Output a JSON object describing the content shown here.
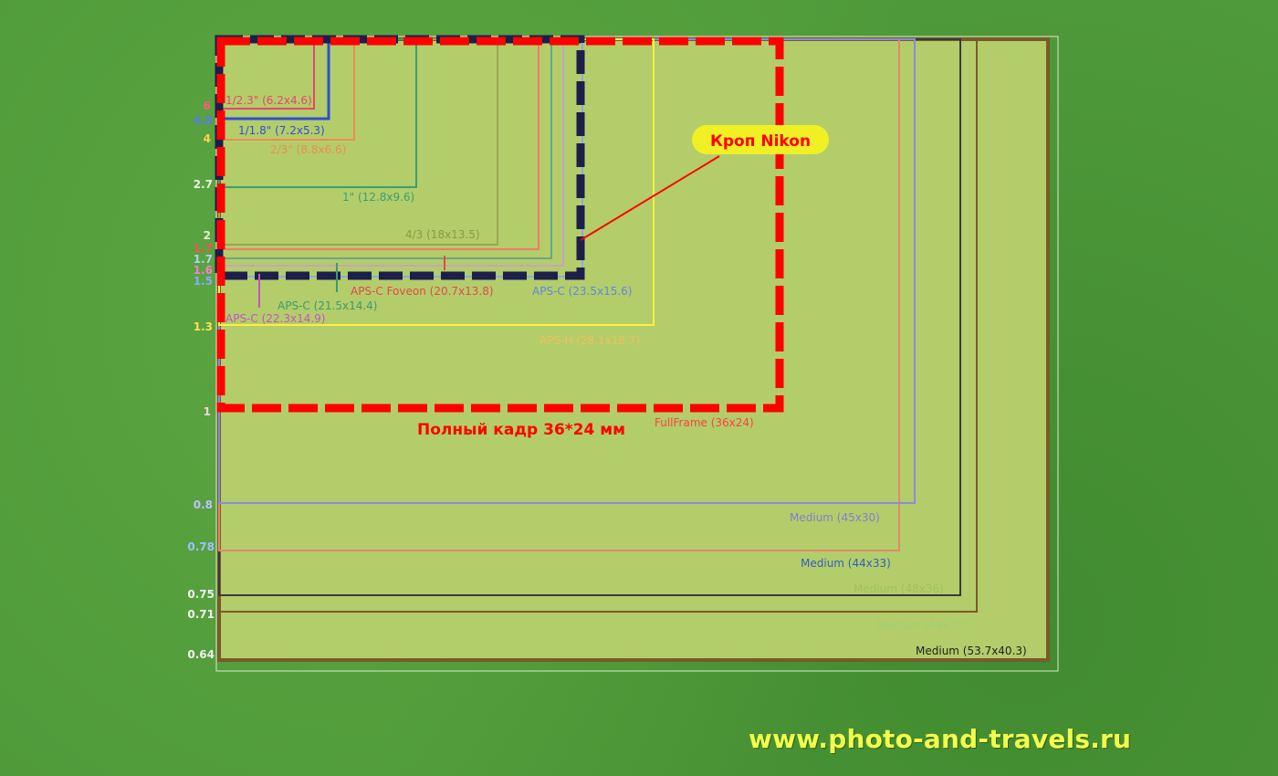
{
  "colors": {
    "background": "#4f9a3a",
    "panel": "#b3cd6a",
    "full_frame": "#ff0000",
    "nikon_crop": "#1d1f4a",
    "callout": "#f0f025",
    "website": "#f2ff4a"
  },
  "callout": {
    "text": "Кроп Nikon"
  },
  "full_frame_label": "Полный кадр 36*24 мм",
  "website": "www.photo-and-travels.ru",
  "crop_factors": [
    "6",
    "4.8",
    "4",
    "2.7",
    "2",
    "1.7",
    "1.7",
    "1.6",
    "1.5",
    "1.3",
    "1",
    "0.8",
    "0.78",
    "0.75",
    "0.71",
    "0.64"
  ],
  "sensors": [
    {
      "label": "1/2.3\" (6.2x4.6)",
      "color": "#e8456e"
    },
    {
      "label": "1/1.8\" (7.2x5.3)",
      "color": "#3d5fd0"
    },
    {
      "label": "2/3\" (8.8x6.6)",
      "color": "#f08a55"
    },
    {
      "label": "1\" (12.8x9.6)",
      "color": "#3aa060"
    },
    {
      "label": "4/3 (18x13.5)",
      "color": "#8a9a45"
    },
    {
      "label": "APS-C Foveon (20.7x13.8)",
      "color": "#e44848"
    },
    {
      "label": "APS-C (21.5x14.4)",
      "color": "#3f9a6e"
    },
    {
      "label": "APS-C (22.3x14.9)",
      "color": "#c253c8"
    },
    {
      "label": "APS-C (23.5x15.6)",
      "color": "#5f86e0"
    },
    {
      "label": "APS-H (28.1x18.7)",
      "color": "#f0c060"
    },
    {
      "label": "FullFrame (36x24)",
      "color": "#ff0000"
    },
    {
      "label": "Medium (45x30)",
      "color": "#8080d0"
    },
    {
      "label": "Medium (44x33)",
      "color": "#3060c0"
    },
    {
      "label": "Medium (48x36)",
      "color": "#a0c060"
    },
    {
      "label": "Medium (49x37)",
      "color": "#a0d070"
    },
    {
      "label": "Medium (53.7x40.3)",
      "color": "#202020"
    }
  ]
}
